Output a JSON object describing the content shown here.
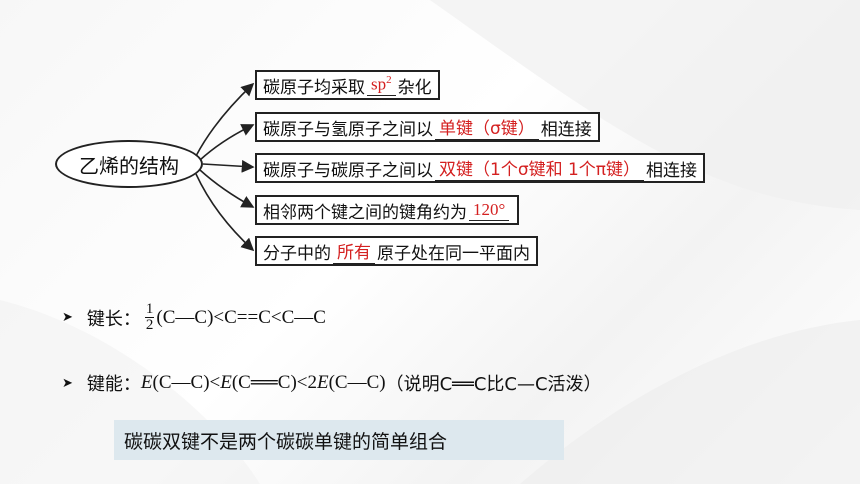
{
  "mindmap": {
    "root": "乙烯的结构",
    "branches": [
      {
        "pre": "碳原子均采取",
        "answer": "sp",
        "answer_sup": "2",
        "post": "杂化"
      },
      {
        "pre": "碳原子与氢原子之间以",
        "answer": "单键（σ键）",
        "post": "相连接"
      },
      {
        "pre": "碳原子与碳原子之间以",
        "answer": "双键（1个σ键和 1个π键）",
        "post": "相连接"
      },
      {
        "pre": "相邻两个键之间的键角约为",
        "answer": "120°",
        "post": ""
      },
      {
        "pre": "分子中的",
        "answer": "所有",
        "post": "原子处在同一平面内"
      }
    ]
  },
  "bond_length": {
    "label": "键长：",
    "frac_num": "1",
    "frac_den": "2",
    "expr": "(C—C)<C==C<C—C"
  },
  "bond_energy": {
    "label": "键能：",
    "e1": "E",
    "p1": "(C—C)<",
    "e2": "E",
    "p2": "(C══C)<2",
    "e3": "E",
    "p3": "(C—C)",
    "note": "（说明C══C比C—C活泼）"
  },
  "conclusion": "碳碳双键不是两个碳碳单键的简单组合",
  "colors": {
    "answer": "#d42020",
    "note_bg": "#dde8ee"
  }
}
